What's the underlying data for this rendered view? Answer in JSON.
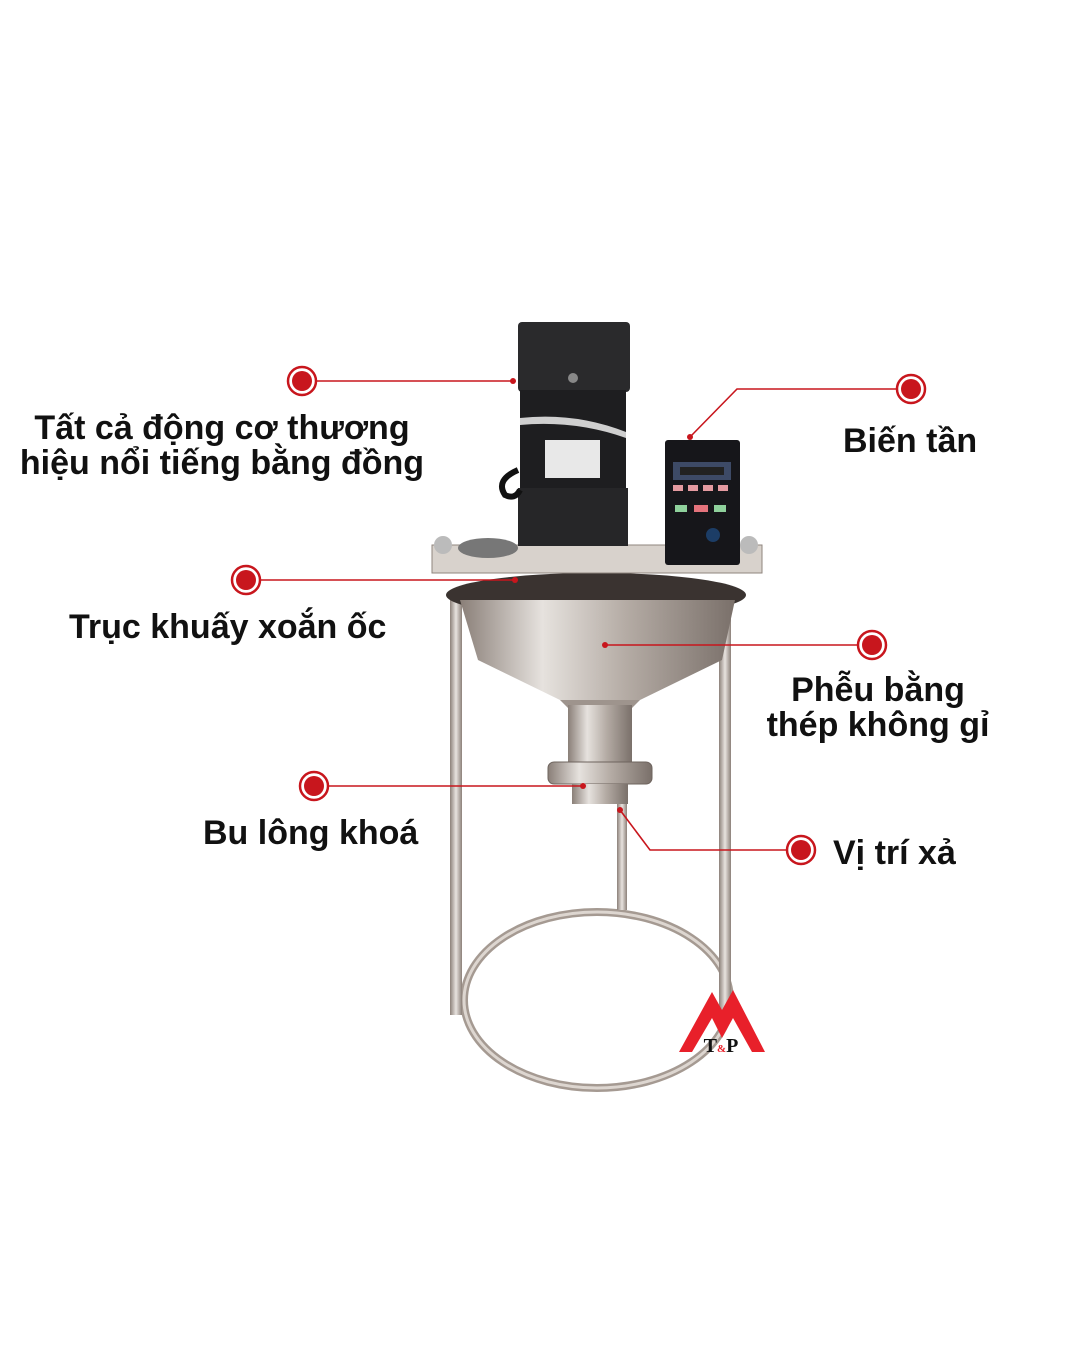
{
  "callouts": {
    "motor": {
      "line1": "Tất cả động cơ thương",
      "line2": "hiệu nổi tiếng bằng đồng"
    },
    "inverter": {
      "label": "Biến tần"
    },
    "shaft": {
      "label": "Trục khuấy xoắn ốc"
    },
    "hopper": {
      "line1": "Phễu bằng",
      "line2": "thép không gỉ"
    },
    "bolt": {
      "label": "Bu lông khoá"
    },
    "outlet": {
      "label": "Vị trí xả"
    }
  },
  "logo": {
    "text": "T&P"
  },
  "colors": {
    "accent": "#c8161d",
    "logo_red": "#e8202a"
  }
}
